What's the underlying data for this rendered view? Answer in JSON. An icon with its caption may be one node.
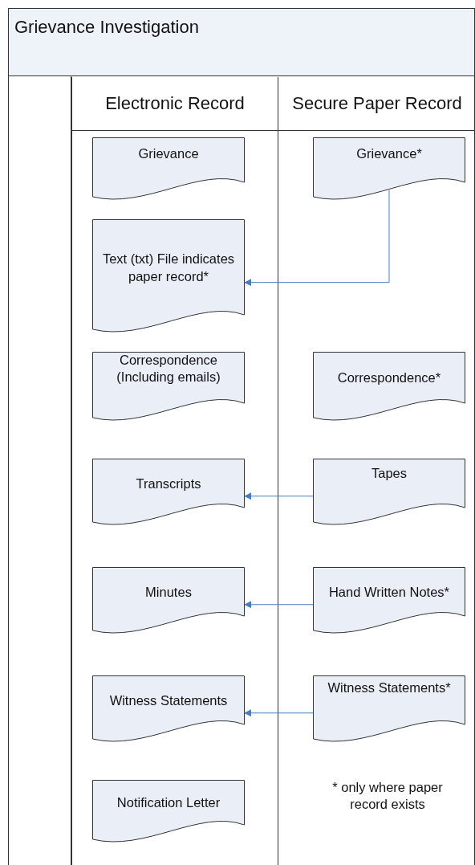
{
  "diagram": {
    "nodes": [
      {
        "text": [
          "Grievance Investigation"
        ]
      },
      {
        "text": [
          "Electronic Record"
        ],
        "in": 0
      },
      {
        "text": [
          "Secure Paper Record"
        ],
        "in": 0
      },
      {
        "text": [
          "Grievance"
        ],
        "in": 1
      },
      {
        "text": [
          "Text (txt) File indicates paper record*"
        ],
        "in": 1
      },
      {
        "text": [
          "Correspondence (Including emails)"
        ],
        "in": 1
      },
      {
        "text": [
          "Transcripts"
        ],
        "in": 1
      },
      {
        "text": [
          "Minutes"
        ],
        "in": 1
      },
      {
        "text": [
          "Witness Statements"
        ],
        "in": 1
      },
      {
        "text": [
          "Notification Letter"
        ],
        "in": 1
      },
      {
        "text": [
          "Grievance*"
        ],
        "in": 2
      },
      {
        "text": [
          "Correspondence*"
        ],
        "in": 2
      },
      {
        "text": [
          "Tapes"
        ],
        "in": 2
      },
      {
        "text": [
          "Hand Written Notes*"
        ],
        "in": 2
      },
      {
        "text": [
          "Witness Statements*"
        ],
        "in": 2
      }
    ],
    "edges": [
      {
        "from": 10,
        "to": 4,
        "arrow": "to"
      },
      {
        "from": 12,
        "to": 6,
        "arrow": "to"
      },
      {
        "from": 13,
        "to": 7,
        "arrow": "to"
      },
      {
        "from": 14,
        "to": 8,
        "arrow": "to"
      }
    ],
    "labels": [
      "* only where paper record exists"
    ]
  }
}
